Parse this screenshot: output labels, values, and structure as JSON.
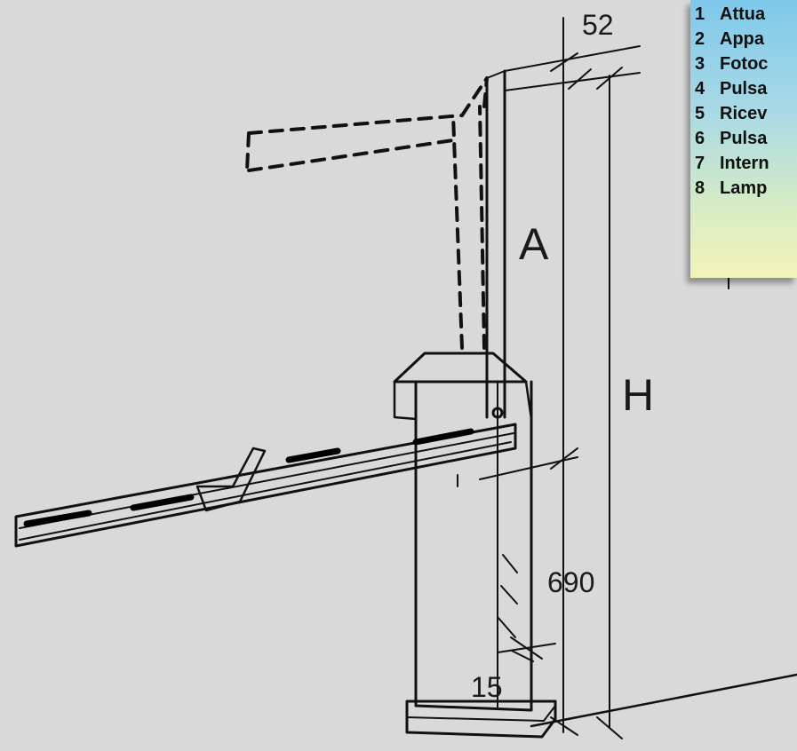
{
  "dimensions": {
    "top_width": "52",
    "arm_height_label": "A",
    "total_height_label": "H",
    "axis_height": "690",
    "base_offset": "15"
  },
  "legend": {
    "items": [
      {
        "num": "1",
        "text": "Attua"
      },
      {
        "num": "2",
        "text": "Appa"
      },
      {
        "num": "3",
        "text": "Fotoc"
      },
      {
        "num": "4",
        "text": "Pulsa"
      },
      {
        "num": "5",
        "text": "Ricev"
      },
      {
        "num": "6",
        "text": "Pulsa"
      },
      {
        "num": "7",
        "text": "Intern"
      },
      {
        "num": "8",
        "text": "Lamp"
      }
    ]
  }
}
